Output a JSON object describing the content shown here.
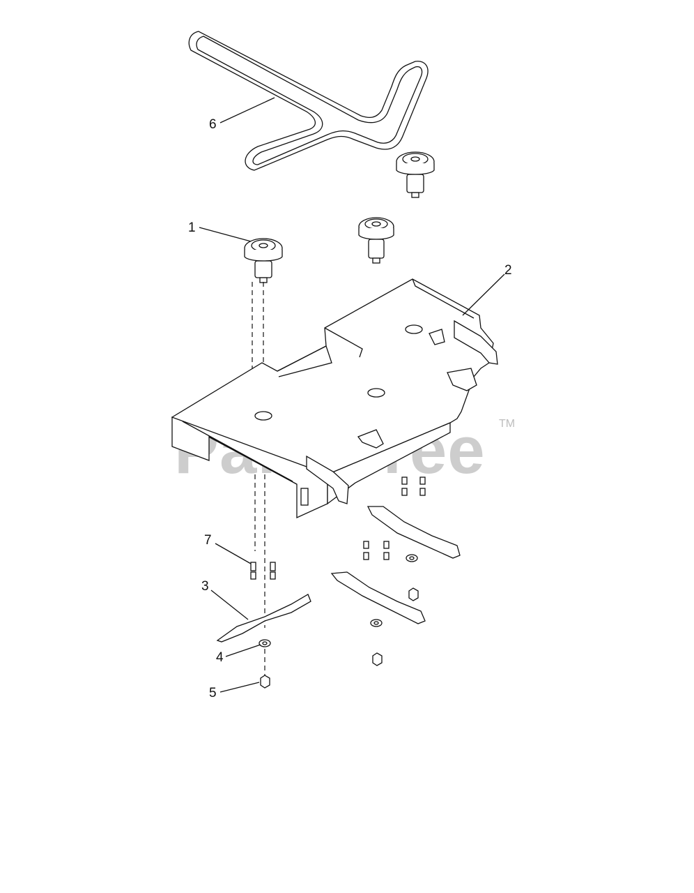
{
  "callouts": {
    "c1": "1",
    "c2": "2",
    "c3": "3",
    "c4": "4",
    "c5": "5",
    "c6": "6",
    "c7": "7"
  },
  "watermark": {
    "text": "PartsTree",
    "tm": "TM"
  },
  "parts": {
    "spindle": "spindle-pulley",
    "deck": "mower-deck",
    "blade": "blade",
    "washer": "washer",
    "nut": "nut",
    "belt": "belt",
    "bolt": "bolt"
  }
}
